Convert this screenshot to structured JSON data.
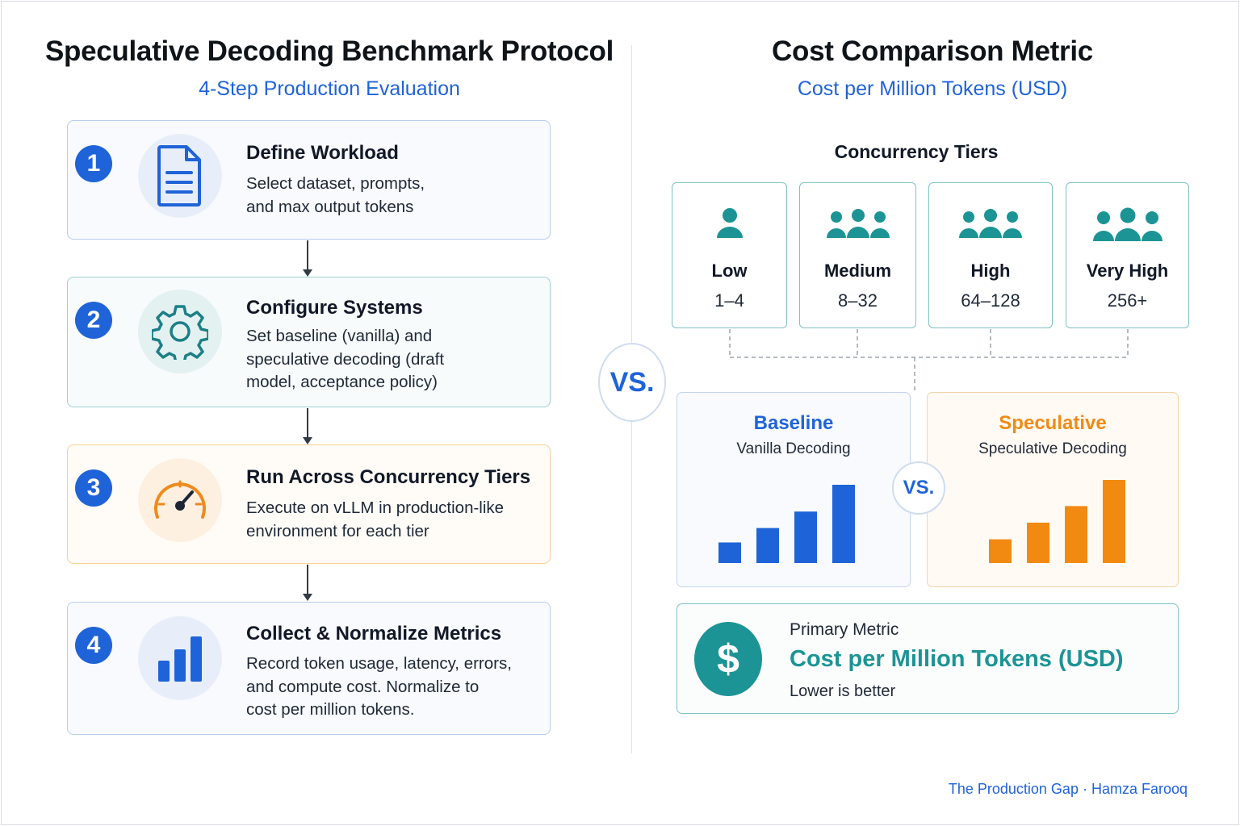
{
  "left": {
    "title": "Speculative Decoding Benchmark Protocol",
    "subtitle": "4-Step Production Evaluation",
    "steps": [
      {
        "number": "1",
        "title": "Define Workload",
        "lines": [
          "Select dataset, prompts,",
          "and max output tokens"
        ],
        "icon": "document-icon"
      },
      {
        "number": "2",
        "title": "Configure Systems",
        "lines": [
          "Set baseline (vanilla) and",
          "speculative decoding (draft",
          "model, acceptance policy)"
        ],
        "icon": "gear-icon"
      },
      {
        "number": "3",
        "title": "Run Across Concurrency Tiers",
        "lines": [
          "Execute on vLLM in production-like",
          "environment for each tier"
        ],
        "icon": "gauge-icon"
      },
      {
        "number": "4",
        "title": "Collect & Normalize Metrics",
        "lines": [
          "Record token usage, latency, errors,",
          "and compute cost. Normalize to",
          "cost per million tokens."
        ],
        "icon": "bar-chart-icon"
      }
    ]
  },
  "vs_label": "VS.",
  "right": {
    "title": "Cost Comparison Metric",
    "subtitle": "Cost per Million Tokens (USD)",
    "tiers_heading": "Concurrency Tiers",
    "tiers": [
      {
        "name": "Low",
        "range": "1–4",
        "people": 1,
        "icon": "person-icon"
      },
      {
        "name": "Medium",
        "range": "8–32",
        "people": 3,
        "icon": "people-group-icon"
      },
      {
        "name": "High",
        "range": "64–128",
        "people": 3,
        "icon": "people-group-icon"
      },
      {
        "name": "Very High",
        "range": "256+",
        "people": 3,
        "icon": "people-group-icon"
      }
    ],
    "baseline": {
      "title": "Baseline",
      "subtitle": "Vanilla Decoding"
    },
    "speculative": {
      "title": "Speculative",
      "subtitle": "Speculative Decoding"
    },
    "vs_label": "VS.",
    "primary_metric": {
      "label": "Primary Metric",
      "value": "Cost per Million Tokens (USD)",
      "note": "Lower is better",
      "symbol": "$"
    }
  },
  "footer": "The Production Gap · Hamza Farooq",
  "colors": {
    "blue": "#1f63d8",
    "teal": "#1c9495",
    "orange": "#f28a12"
  },
  "chart_data": [
    {
      "type": "bar",
      "title": "",
      "series": [
        {
          "values": [
            1,
            1.7,
            2.5,
            3.8
          ]
        }
      ],
      "color": "#1f63d8"
    },
    {
      "type": "bar",
      "title": "",
      "series": [
        {
          "values": [
            1,
            1.7,
            2.4,
            3.5
          ]
        }
      ],
      "color": "#f28a12"
    }
  ]
}
